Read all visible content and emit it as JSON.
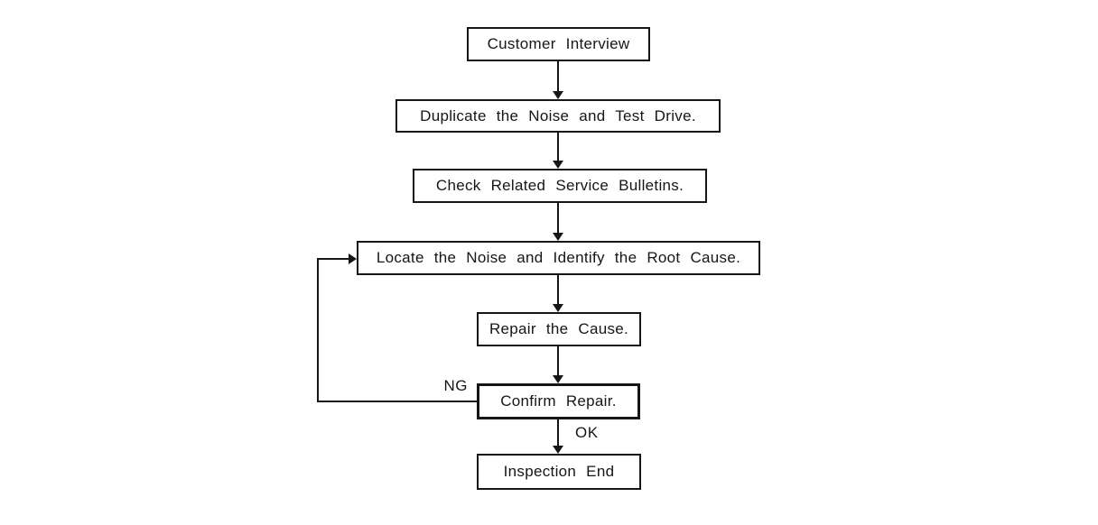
{
  "diagram": {
    "type": "flowchart",
    "background_color": "#ffffff",
    "line_color": "#161616",
    "nodes": [
      {
        "id": "customer-interview",
        "label": "Customer Interview",
        "emphasis": false
      },
      {
        "id": "duplicate-noise-test-drive",
        "label": "Duplicate the Noise and Test Drive.",
        "emphasis": false
      },
      {
        "id": "check-service-bulletins",
        "label": "Check Related Service Bulletins.",
        "emphasis": false
      },
      {
        "id": "locate-noise-root-cause",
        "label": "Locate the Noise and Identify the Root Cause.",
        "emphasis": false
      },
      {
        "id": "repair-the-cause",
        "label": "Repair the Cause.",
        "emphasis": false
      },
      {
        "id": "confirm-repair",
        "label": "Confirm Repair.",
        "emphasis": true
      },
      {
        "id": "inspection-end",
        "label": "Inspection End",
        "emphasis": false
      }
    ],
    "edges": [
      {
        "from": "customer-interview",
        "to": "duplicate-noise-test-drive",
        "label": ""
      },
      {
        "from": "duplicate-noise-test-drive",
        "to": "check-service-bulletins",
        "label": ""
      },
      {
        "from": "check-service-bulletins",
        "to": "locate-noise-root-cause",
        "label": ""
      },
      {
        "from": "locate-noise-root-cause",
        "to": "repair-the-cause",
        "label": ""
      },
      {
        "from": "repair-the-cause",
        "to": "confirm-repair",
        "label": ""
      },
      {
        "from": "confirm-repair",
        "to": "inspection-end",
        "label": "OK"
      },
      {
        "from": "confirm-repair",
        "to": "locate-noise-root-cause",
        "label": "NG"
      }
    ],
    "edge_labels": {
      "ng": "NG",
      "ok": "OK"
    }
  }
}
